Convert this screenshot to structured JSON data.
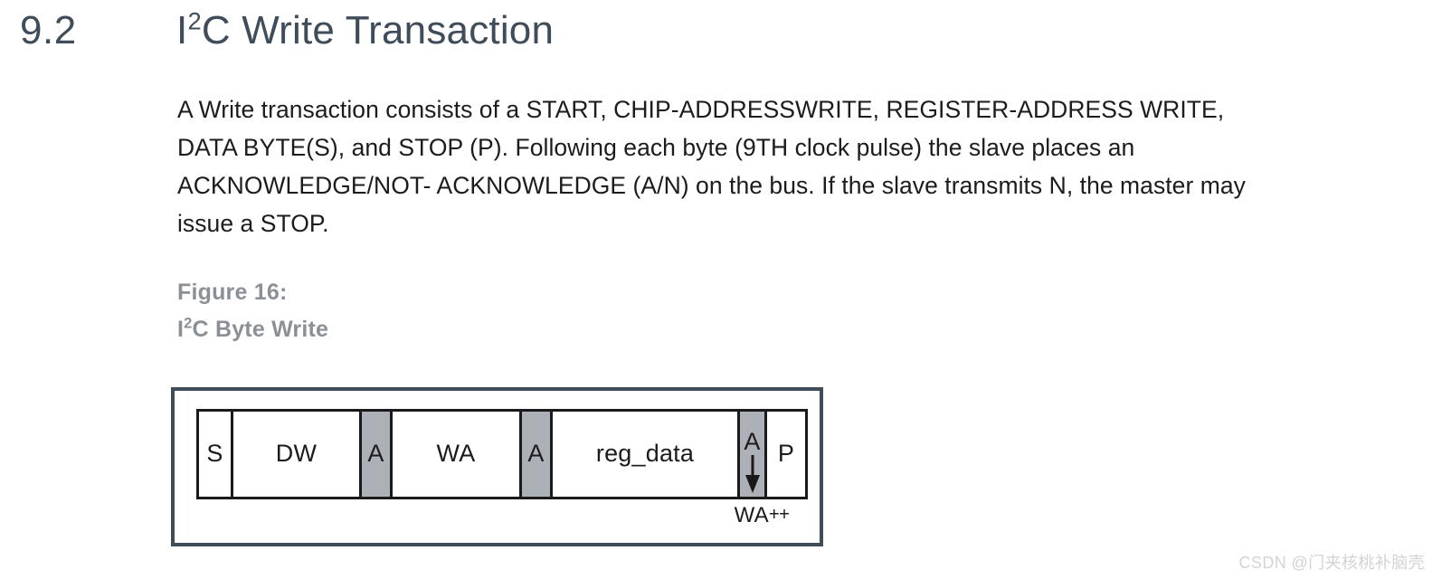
{
  "section": {
    "number": "9.2",
    "title_prefix": "I",
    "title_sup": "2",
    "title_suffix": "C Write Transaction"
  },
  "body": {
    "lines": [
      "A Write transaction consists of a START, CHIP-ADDRESSWRITE, REGISTER-ADDRESS WRITE,",
      "DATA BYTE(S), and STOP (P). Following each byte (9TH clock pulse) the slave places an",
      "ACKNOWLEDGE/NOT- ACKNOWLEDGE (A/N) on the bus. If the slave transmits N, the master may",
      "issue a STOP."
    ]
  },
  "figure": {
    "caption_line1": "Figure 16:",
    "caption_prefix": "I",
    "caption_sup": "2",
    "caption_suffix": "C Byte Write",
    "cells": [
      {
        "label": "S",
        "type": "frame",
        "arrow": false
      },
      {
        "label": "DW",
        "type": "frame",
        "arrow": false
      },
      {
        "label": "A",
        "type": "ack",
        "arrow": false
      },
      {
        "label": "WA",
        "type": "frame",
        "arrow": false
      },
      {
        "label": "A",
        "type": "ack",
        "arrow": false
      },
      {
        "label": "reg_data",
        "type": "frame",
        "arrow": false
      },
      {
        "label": "A",
        "type": "ack",
        "arrow": true
      },
      {
        "label": "P",
        "type": "frame",
        "arrow": false
      }
    ],
    "annotation_base": "WA",
    "annotation_inc": "++"
  },
  "watermark": {
    "text": "CSDN @门夹核桃补脑壳"
  },
  "colors": {
    "heading": "#3f4c59",
    "body_text": "#1c1c1c",
    "caption": "#8b9096",
    "ack_fill": "#acb0b7",
    "figure_border": "#3f4c59",
    "table_border": "#1a1a1a",
    "watermark": "#d3d3d3"
  }
}
